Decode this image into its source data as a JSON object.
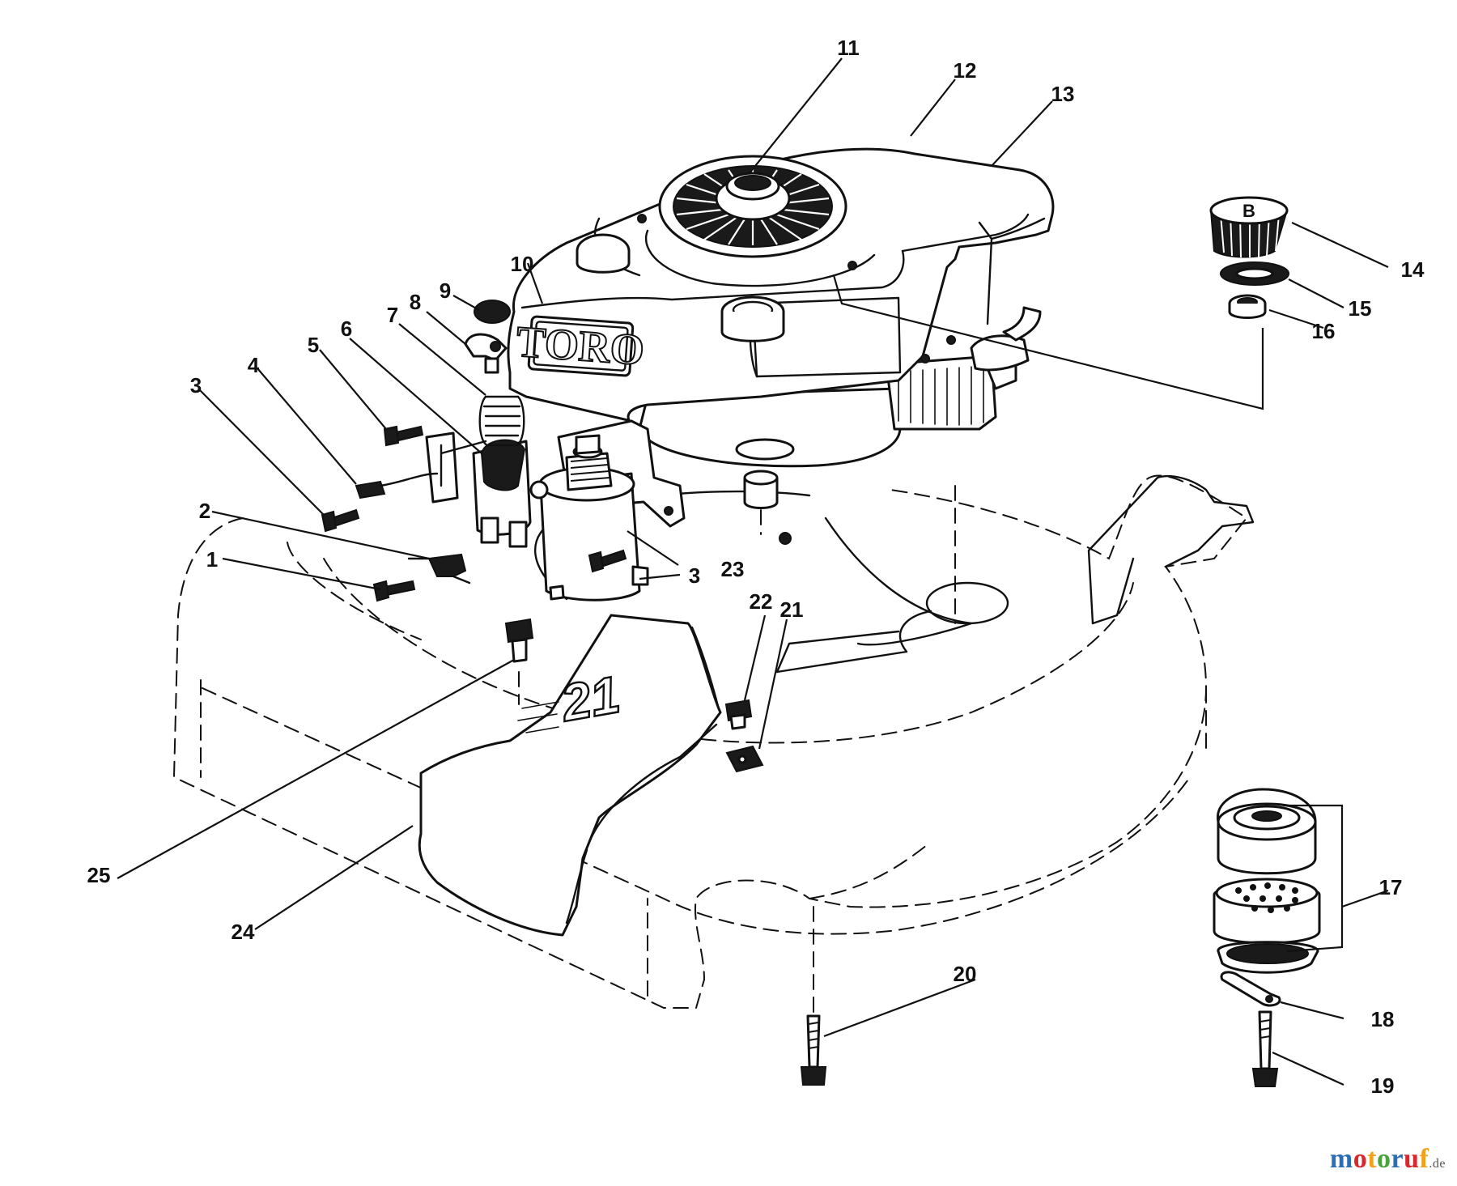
{
  "diagram": {
    "brand_label": "TORO",
    "deck_label": "21",
    "cap_label": "B",
    "callouts": [
      "1",
      "2",
      "3",
      "4",
      "5",
      "6",
      "7",
      "8",
      "9",
      "10",
      "11",
      "12",
      "13",
      "14",
      "15",
      "16",
      "17",
      "18",
      "19",
      "20",
      "21",
      "22",
      "23",
      "24",
      "25"
    ],
    "callout_3b": "3"
  },
  "watermark": {
    "main": "motoruf",
    "tld": ".de",
    "colors": [
      "#2d6fb7",
      "#d9272e",
      "#f2a11b",
      "#4aa23b"
    ]
  }
}
